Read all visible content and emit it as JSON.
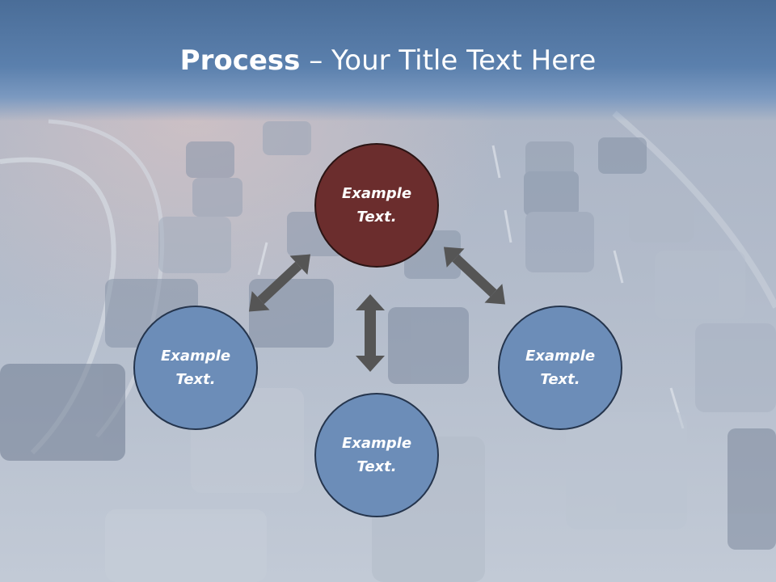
{
  "slide": {
    "title_bold": "Process",
    "title_dash": " – ",
    "title_rest": "Your Title Text Here"
  },
  "diagram": {
    "nodes": [
      {
        "id": "top",
        "label": "Example\nText."
      },
      {
        "id": "left",
        "label": "Example\nText."
      },
      {
        "id": "bottom",
        "label": "Example\nText."
      },
      {
        "id": "right",
        "label": "Example\nText."
      }
    ]
  },
  "colors": {
    "header": "#5b80ad",
    "center_node": "#6b2d2d",
    "outer_node": "#6c8db8",
    "arrow": "#555555"
  }
}
